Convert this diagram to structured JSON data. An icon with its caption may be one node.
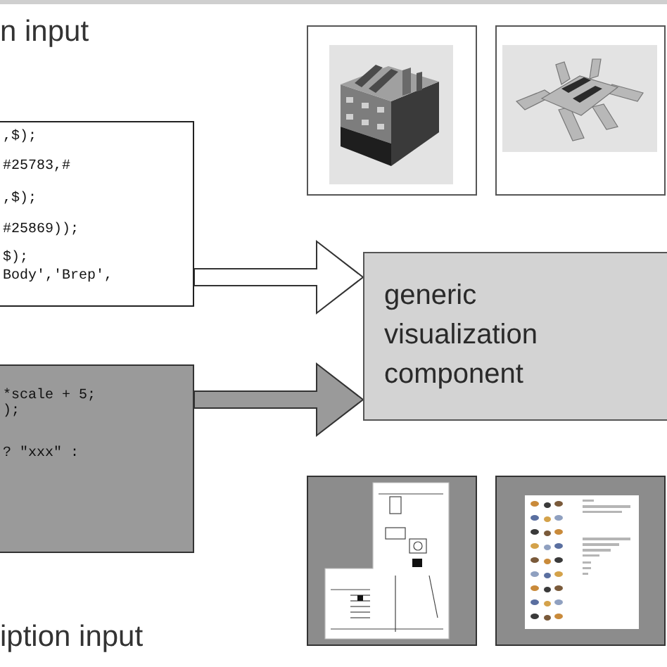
{
  "diagram": {
    "nodes": [
      {
        "text": [
          ",$);",
          "#25783,#",
          ",$);",
          "#25869));",
          "$);",
          "Body','Brep',"
        ],
        "beside": [
          "n input"
        ]
      },
      {
        "text": [
          "*scale + 5;",
          ");",
          "? \"xxx\" :"
        ],
        "beside": [
          "iption input"
        ]
      },
      {
        "text": [
          "generic visualization component"
        ]
      },
      {
        "text": [],
        "shape": "picture"
      },
      {
        "text": [],
        "shape": "picture"
      },
      {
        "text": [],
        "shape": "picture"
      },
      {
        "text": [],
        "shape": "picture"
      }
    ],
    "edges": [
      {
        "from": 0,
        "to": 2,
        "arrow": "to",
        "style": "thick"
      },
      {
        "from": 1,
        "to": 2,
        "arrow": "to",
        "style": "thick",
        "color": "#9a9a9a"
      }
    ]
  }
}
